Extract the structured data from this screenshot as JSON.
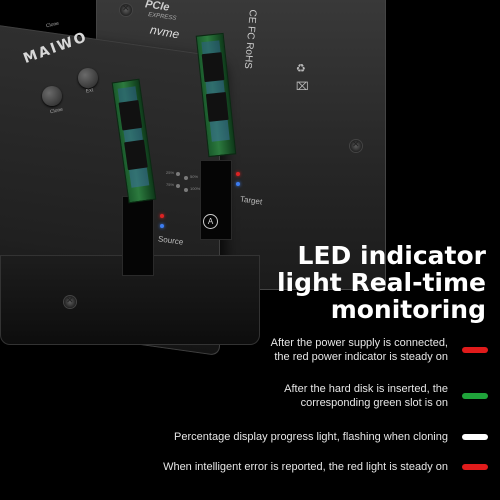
{
  "device": {
    "brand": "MAIWO",
    "button_left": "Clone",
    "button_right": "Ext",
    "top_switch_label": "Clone",
    "pcie_logo": "PCIe",
    "pcie_sub": "EXPRESS",
    "nvme_logo": "nvme",
    "cert_text": "CE FC RoHS",
    "source_label": "Source",
    "target_label": "Target",
    "a_badge": "A",
    "led_labels": [
      "25%",
      "50%",
      "75%",
      "100%"
    ]
  },
  "headline": {
    "line1": "LED indicator",
    "line2": "light  Real-time",
    "line3": "monitoring"
  },
  "indicators": [
    {
      "line1": "After the power supply is connected,",
      "line2": "the red power indicator is steady on",
      "color": "#e01b1b"
    },
    {
      "line1": "After the hard disk is inserted, the",
      "line2": "corresponding green slot is on",
      "color": "#1fa33a"
    },
    {
      "line1": "Percentage display progress light, flashing when cloning",
      "line2": "",
      "color": "#ffffff"
    },
    {
      "line1": "When intelligent error is reported, the red light is steady on",
      "line2": "",
      "color": "#e01b1b"
    }
  ]
}
